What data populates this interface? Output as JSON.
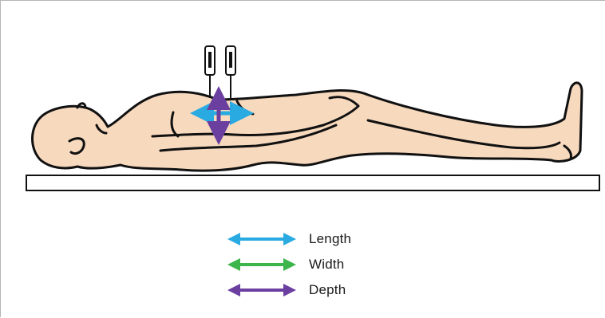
{
  "colors": {
    "skin": "#f7d9be",
    "outline": "#111111",
    "table": "#ffffff",
    "length": "#29abe2",
    "width": "#3cb54a",
    "depth": "#6b3fa0"
  },
  "illustration": {
    "subject": "patient-supine",
    "probes": 2
  },
  "legend": [
    {
      "label": "Length",
      "color": "#29abe2",
      "icon": "double-arrow-icon"
    },
    {
      "label": "Width",
      "color": "#3cb54a",
      "icon": "double-arrow-icon"
    },
    {
      "label": "Depth",
      "color": "#6b3fa0",
      "icon": "double-arrow-icon"
    }
  ]
}
